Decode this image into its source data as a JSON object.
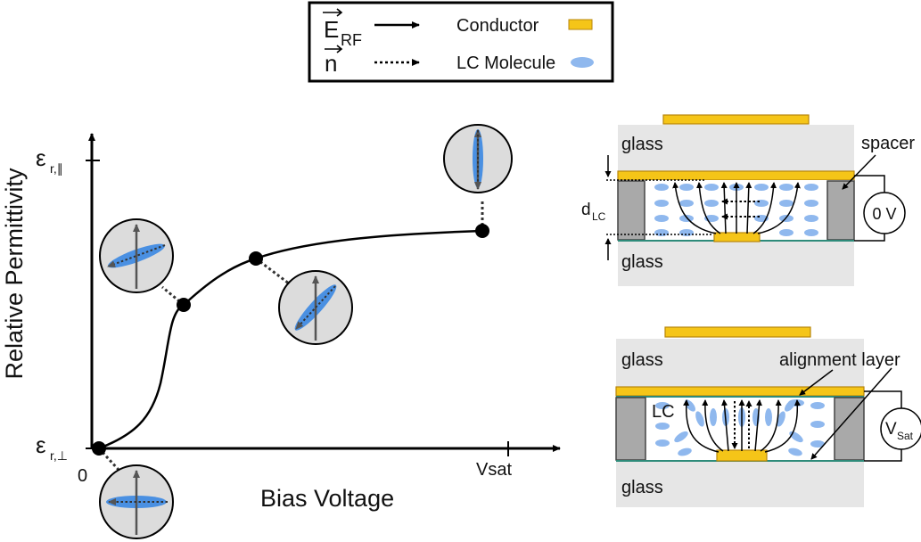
{
  "legend": {
    "field_symbol": "E",
    "field_subscript": "RF",
    "director_symbol": "n",
    "conductor_label": "Conductor",
    "lc_molecule_label": "LC Molecule"
  },
  "graph": {
    "y_axis_label": "Relative Permittivity",
    "x_axis_label": "Bias Voltage",
    "y_tick_high_main": "ε",
    "y_tick_high_sub": "r,∥",
    "y_tick_low_main": "ε",
    "y_tick_low_sub": "r,⊥",
    "x_origin_label": "0",
    "x_sat_label": "Vsat"
  },
  "cell_top": {
    "glass_top_label": "glass",
    "glass_bottom_label": "glass",
    "spacer_label": "spacer",
    "thickness_main": "d",
    "thickness_sub": "LC",
    "voltage_label": "0 V"
  },
  "cell_bottom": {
    "glass_top_label": "glass",
    "glass_bottom_label": "glass",
    "alignment_label": "alignment layer",
    "lc_label": "LC",
    "voltage_main": "V",
    "voltage_sub": "Sat"
  },
  "colors": {
    "conductor": "#F5C518",
    "conductor_edge": "#B8860B",
    "lc_molecule": "#8FB8EE",
    "glass": "#E6E6E6",
    "spacer": "#A9A9A9",
    "alignment_layer": "#2E8B7A"
  }
}
